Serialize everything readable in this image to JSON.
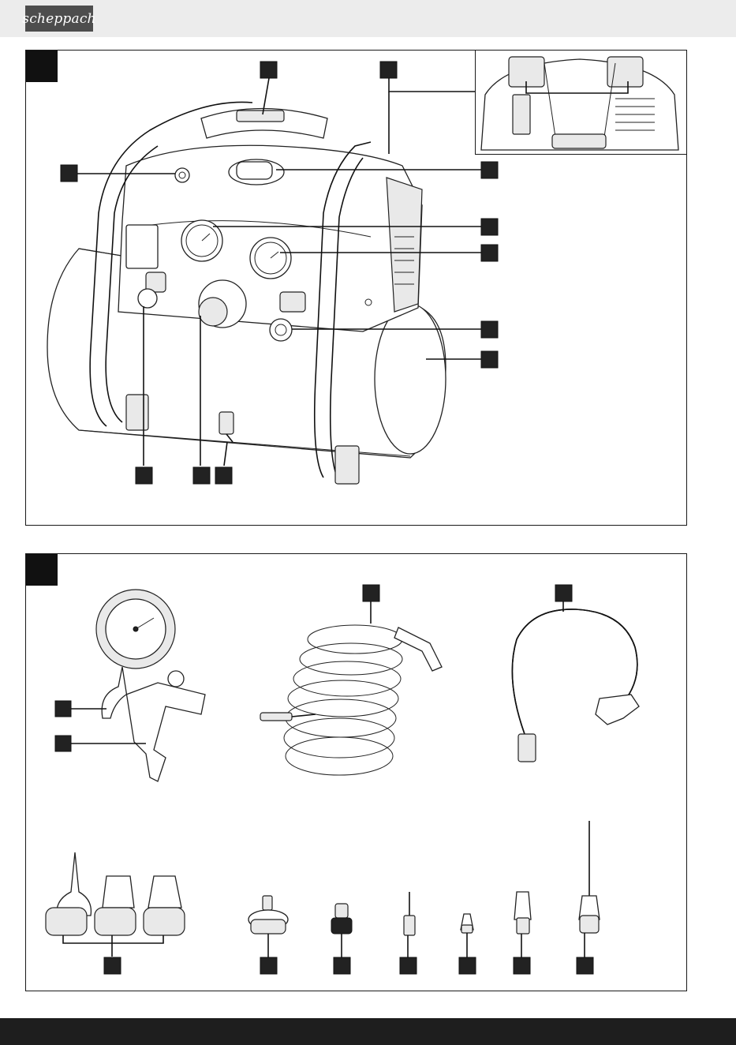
{
  "header": {
    "brand_logo_text": "scheppach"
  },
  "colors": {
    "callout_box": "#111111",
    "header_bar": "#ececec",
    "footer_bar": "#1e1e1e"
  },
  "figure_1": {
    "callout_count": 12
  },
  "figure_2": {
    "callout_count": 11
  }
}
